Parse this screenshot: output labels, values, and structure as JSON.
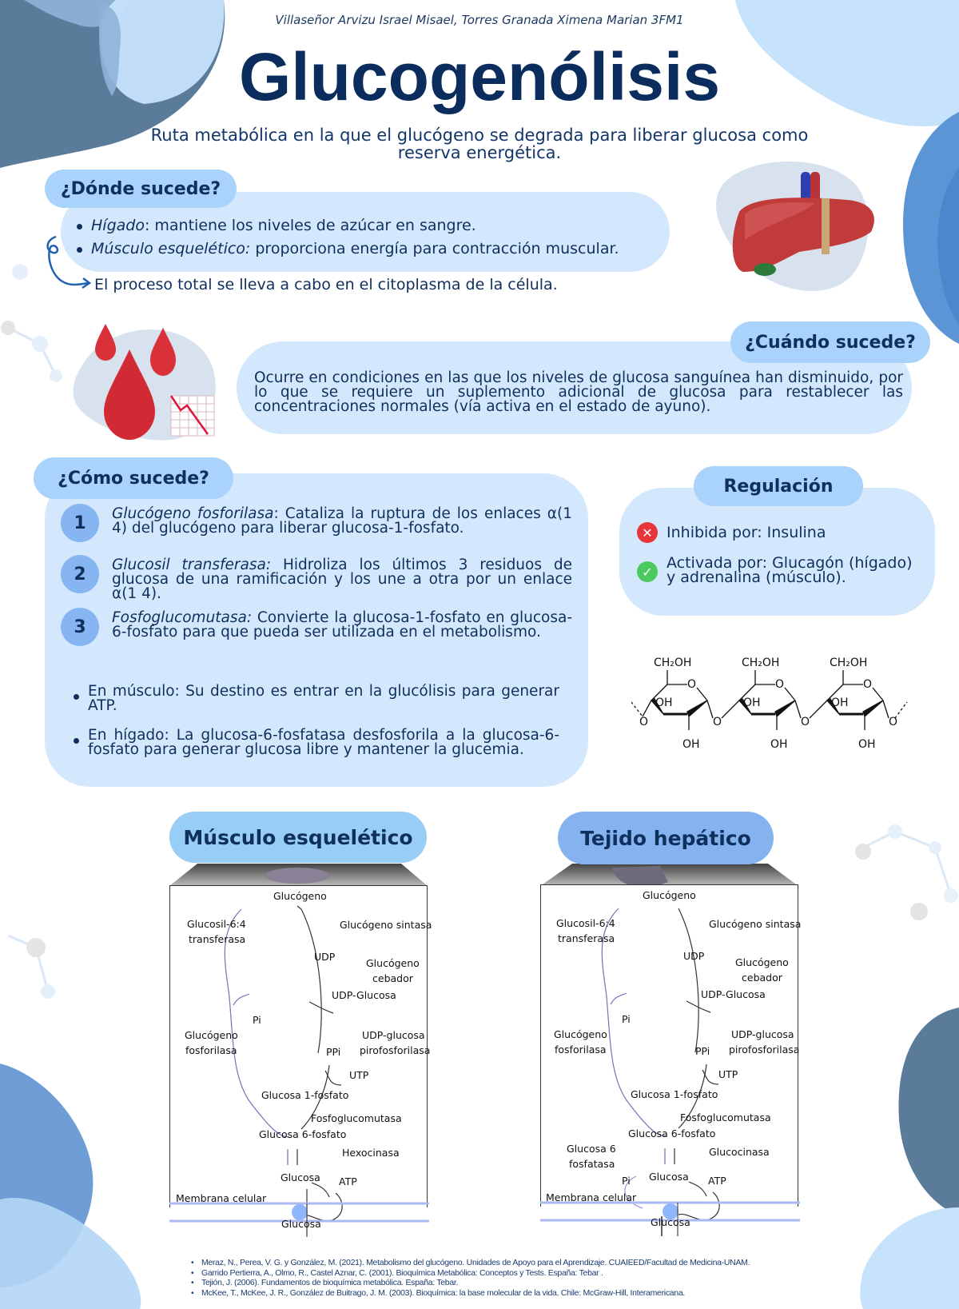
{
  "header": {
    "authors": "Villaseñor Arvizu Israel Misael, Torres Granada Ximena Marian 3FM1",
    "title": "Glucogenólisis",
    "subtitle_line1": "Ruta metabólica en la que el glucógeno se degrada para liberar glucosa como",
    "subtitle_line2": "reserva energética."
  },
  "where": {
    "heading": "¿Dónde sucede?",
    "items": [
      {
        "term": "Hígado",
        "text": ": mantiene los niveles de azúcar en sangre."
      },
      {
        "term": "Músculo esquelético:",
        "text": " proporciona energía para contracción muscular."
      }
    ],
    "note": "El proceso total se lleva a cabo en el citoplasma de la célula.",
    "illustration": "liver-illustration"
  },
  "when": {
    "heading": "¿Cuándo sucede?",
    "text": "Ocurre en condiciones en las que los niveles de glucosa sanguínea han disminuido, por lo que se requiere un suplemento adicional de glucosa para restablecer las concentraciones normales (vía activa en el estado de ayuno).",
    "illustration": "blood-drops-decreasing-chart"
  },
  "how": {
    "heading": "¿Cómo sucede?",
    "steps": [
      {
        "num": "1",
        "enzyme": "Glucógeno fosforilasa",
        "text": ": Cataliza la ruptura de los enlaces α(1 4) del glucógeno para liberar glucosa-1-fosfato."
      },
      {
        "num": "2",
        "enzyme": "Glucosil transferasa:",
        "text": " Hidroliza los últimos 3 residuos de glucosa de una ramificación y los une a otra por un enlace α(1 4)."
      },
      {
        "num": "3",
        "enzyme": "Fosfoglucomutasa:",
        "text": " Convierte la glucosa-1-fosfato en glucosa-6-fosfato para que pueda ser utilizada en el metabolismo."
      }
    ],
    "fates": [
      "En músculo: Su destino es entrar en la glucólisis para generar ATP.",
      "En hígado:  La glucosa-6-fosfatasa desfosforila a la glucosa-6-fosfato para generar glucosa libre y mantener la glucemia."
    ]
  },
  "regulation": {
    "heading": "Regulación",
    "inhibited": "Inhibida por: Insulina",
    "activated_line1": "Activada por: Glucagón (hígado)",
    "activated_line2": "y adrenalina (músculo).",
    "inhibited_color": "#e8353a",
    "activated_color": "#4cc95f"
  },
  "structure": {
    "ch2oh": "CH₂OH",
    "oh": "OH",
    "o": "O"
  },
  "muscle": {
    "heading": "Músculo esquelético",
    "labels": {
      "glucogeno": "Glucógeno",
      "transferasa_1": "Glucosil-6:4",
      "transferasa_2": "transferasa",
      "sintasa": "Glucógeno sintasa",
      "udp": "UDP",
      "cebador_1": "Glucógeno",
      "cebador_2": "cebador",
      "udp_glucosa": "UDP-Glucosa",
      "pi": "Pi",
      "fosforilasa_1": "Glucógeno",
      "fosforilasa_2": "fosforilasa",
      "pirofos_1": "UDP-glucosa",
      "pirofos_2": "pirofosforilasa",
      "ppi": "PPi",
      "utp": "UTP",
      "g1p": "Glucosa 1-fosfato",
      "mutasa": "Fosfoglucomutasa",
      "g6p": "Glucosa 6-fosfato",
      "kinase": "Hexocinasa",
      "glucosa": "Glucosa",
      "atp": "ATP",
      "membrana": "Membrana celular",
      "glucosa_out": "Glucosa"
    }
  },
  "liver": {
    "heading": "Tejido hepático",
    "labels": {
      "glucogeno": "Glucógeno",
      "transferasa_1": "Glucosil-6:4",
      "transferasa_2": "transferasa",
      "sintasa": "Glucógeno sintasa",
      "udp": "UDP",
      "cebador_1": "Glucógeno",
      "cebador_2": "cebador",
      "udp_glucosa": "UDP-Glucosa",
      "pi": "Pi",
      "fosforilasa_1": "Glucógeno",
      "fosforilasa_2": "fosforilasa",
      "pirofos_1": "UDP-glucosa",
      "pirofos_2": "pirofosforilasa",
      "ppi": "PPi",
      "utp": "UTP",
      "g1p": "Glucosa 1-fosfato",
      "mutasa": "Fosfoglucomutasa",
      "g6p": "Glucosa 6-fosfato",
      "fosfatasa_1": "Glucosa 6",
      "fosfatasa_2": "fosfatasa",
      "pi2": "Pi",
      "kinase": "Glucocinasa",
      "glucosa": "Glucosa",
      "atp": "ATP",
      "membrana": "Membrana celular",
      "glucosa_out": "Glucosa"
    }
  },
  "references": [
    "Meraz, N., Perea, V. G. y González, M. (2021). Metabolismo del glucógeno. Unidades de Apoyo para el Aprendizaje. CUAIEED/Facultad de Medicina-UNAM.",
    "Garrido Pertierra, A., Olmo, R., Castel Aznar, C. (2001). Bioquímica Metabólica: Conceptos y Tests. España: Tebar .",
    "Tejión, J. (2006). Fundamentos de bioquímica metabólica. España: Tebar.",
    "McKee, T., McKee, J. R., González de Buitrago, J. M. (2003). Bioquímica: la base molecular de la vida. Chile: McGraw-Hill, Interamericana."
  ],
  "colors": {
    "navy": "#0b2d5e",
    "pill": "#a9d3fb",
    "panel": "#d3e8fc",
    "step_circle": "#86b5f2"
  }
}
